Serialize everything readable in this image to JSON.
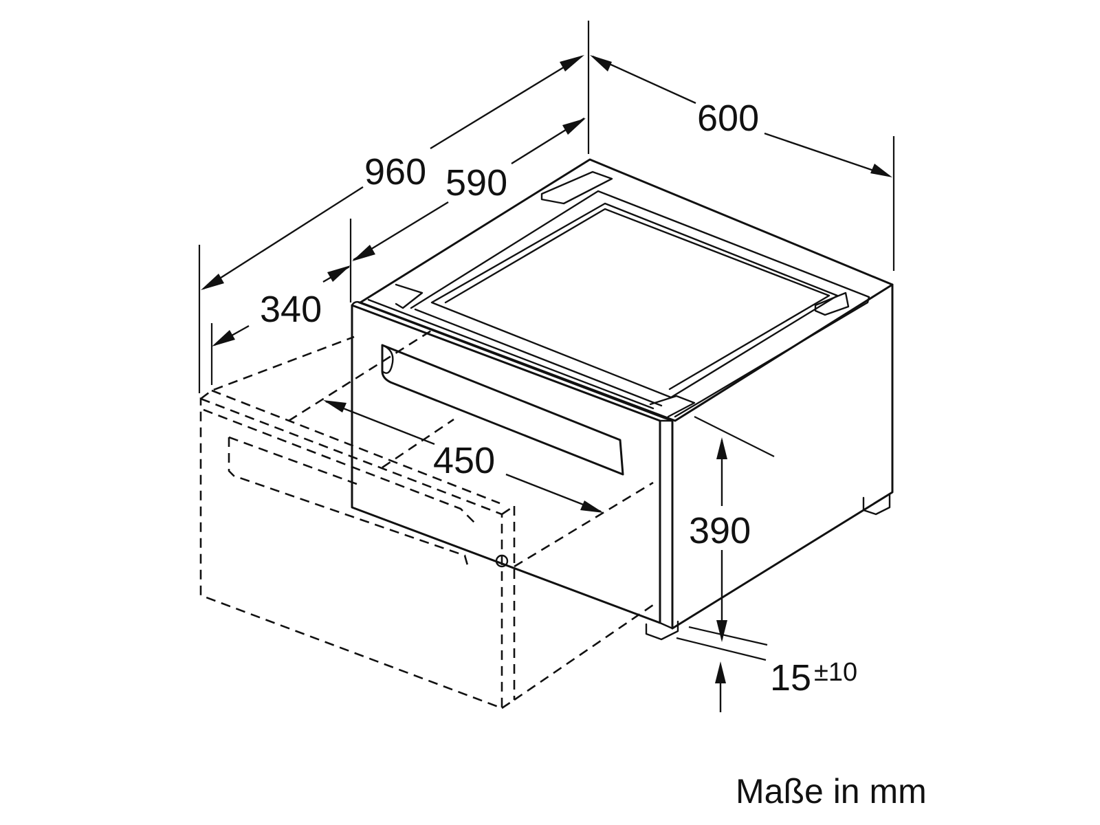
{
  "dimensions": {
    "width_total": "600",
    "depth_total": "960",
    "depth_inner": "590",
    "drawer_extension": "340",
    "drawer_width": "450",
    "height": "390",
    "foot_adjust_base": "15",
    "foot_adjust_tol": "±10"
  },
  "caption": "Maße in mm",
  "colors": {
    "line": "#111111",
    "background": "#ffffff"
  }
}
